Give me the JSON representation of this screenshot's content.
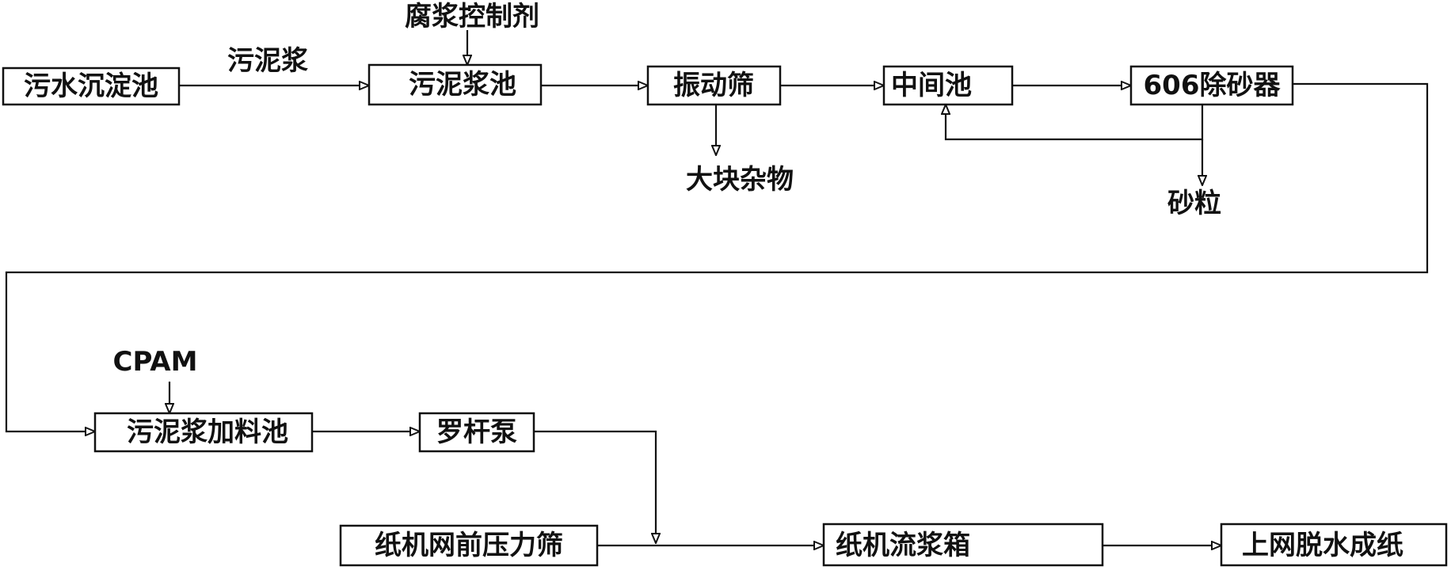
{
  "nodes": {
    "sewage_settling_tank": "污水沉淀池",
    "sludge_pulp_tank": "污泥浆池",
    "vibrating_screen": "振动筛",
    "intermediate_tank": "中间池",
    "desander_606": "606除砂器",
    "sludge_feed_tank": "污泥浆加料池",
    "screw_pump": "罗杆泵",
    "pressure_screen": "纸机网前压力筛",
    "headbox": "纸机流浆箱",
    "forming_dewatering": "上网脱水成纸"
  },
  "labels": {
    "sludge_pulp": "污泥浆",
    "anti_rot_agent": "腐浆控制剂",
    "large_debris": "大块杂物",
    "sand_grains": "砂粒",
    "cpam": "CPAM"
  }
}
